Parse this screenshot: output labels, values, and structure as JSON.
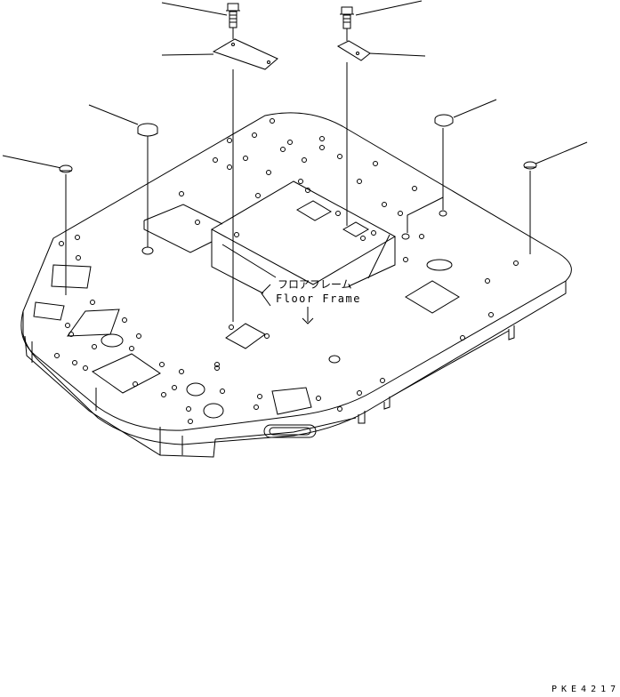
{
  "labels": {
    "part_name_jp": "フロアフレーム",
    "part_name_en": "Floor Frame",
    "drawing_code": "PKE4217"
  }
}
